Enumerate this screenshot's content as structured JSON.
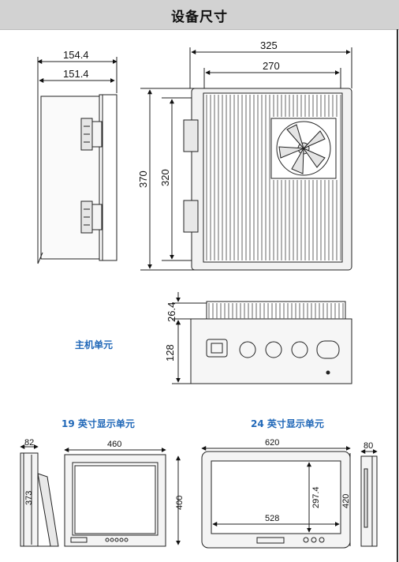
{
  "title": "设备尺寸",
  "labels": {
    "main_unit": "主机单元",
    "display_19": "19 英寸显示单元",
    "display_24": "24 英寸显示单元"
  },
  "dims": {
    "side_depth_outer": "154.4",
    "side_depth_inner": "151.4",
    "front_width": "325",
    "front_width_inner": "270",
    "front_height": "370",
    "front_height_inner": "320",
    "bottom_fin": "26.4",
    "bottom_height": "128",
    "d19_depth": "82",
    "d19_width": "460",
    "d19_side_height": "373",
    "d19_height": "400",
    "d24_width": "620",
    "d24_inner_width": "528",
    "d24_inner_height": "297.4",
    "d24_height": "420",
    "d24_depth": "80"
  }
}
